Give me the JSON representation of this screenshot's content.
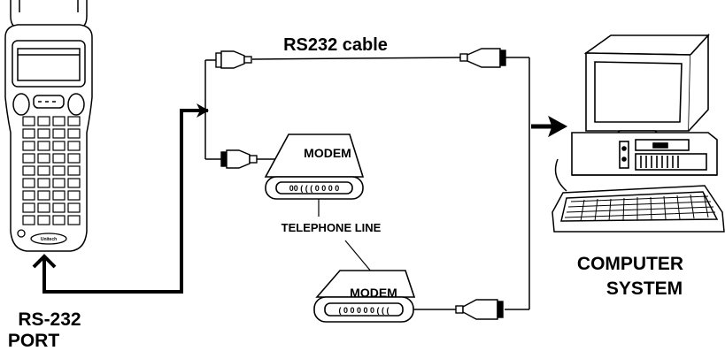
{
  "labels": {
    "rs232_cable": "RS232 cable",
    "modem_top": "MODEM",
    "modem_bottom": "MODEM",
    "modem_top_lights": "00 ( ( ( 0 0 0 0",
    "modem_bottom_lights": "( 0 0 0 0 0 ( ( (",
    "telephone_line": "TELEPHONE LINE",
    "computer_line1": "COMPUTER",
    "computer_line2": "SYSTEM",
    "port_line1": "RS-232",
    "port_line2": "PORT",
    "terminal_brand": "Unitech"
  },
  "colors": {
    "ink": "#000000",
    "paper": "#ffffff"
  }
}
